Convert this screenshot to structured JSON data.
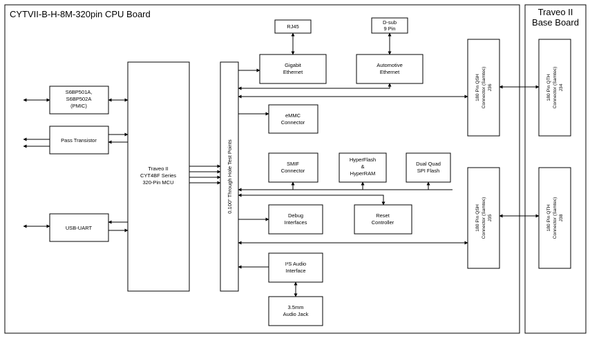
{
  "titles": {
    "cpu_board": "CYTVII-B-H-8M-320pin CPU Board",
    "base_board_line1": "Traveo II",
    "base_board_line2": "Base Board"
  },
  "blocks": {
    "pmic": [
      "S6BP501A,",
      "S6BP502A",
      "(PMIC)"
    ],
    "pass_transistor": [
      "Pass Transistor"
    ],
    "usb_uart": [
      "USB-UART"
    ],
    "mcu": [
      "Traveo II",
      "CYT4BF Series",
      "320-Pin MCU"
    ],
    "test_points": [
      "0.100\" Through Hole Test Points"
    ],
    "rj45": [
      "RJ45"
    ],
    "dsub": [
      "D-sub",
      "9 Pin"
    ],
    "gigabit_ethernet": [
      "Gigabit",
      "Ethernet"
    ],
    "automotive_ethernet": [
      "Automotive",
      "Ethernet"
    ],
    "emmc": [
      "eMMC",
      "Connector"
    ],
    "smif": [
      "SMIF",
      "Connector"
    ],
    "hyperflash": [
      "HyperFlash",
      "&",
      "HyperRAM"
    ],
    "dual_quad_spi": [
      "Dual Quad",
      "SPI Flash"
    ],
    "debug": [
      "Debug",
      "Interfaces"
    ],
    "reset": [
      "Reset",
      "Controller"
    ],
    "i2s_audio": [
      "I²S Audio",
      "Interface"
    ],
    "audio_jack": [
      "3.5mm",
      "Audio Jack"
    ],
    "qsh_j36": [
      "180 Pin QSH",
      "Connector (Samtec)",
      "J36"
    ],
    "qsh_j35": [
      "180 Pin QSH",
      "Connector (Samtec)",
      "J35"
    ],
    "qth_j34": [
      "180 Pin QTH",
      "Connector (Samtec)",
      "J34"
    ],
    "qth_j38": [
      "180 Pin QTH",
      "Connector (Samtec)",
      "J38"
    ]
  }
}
